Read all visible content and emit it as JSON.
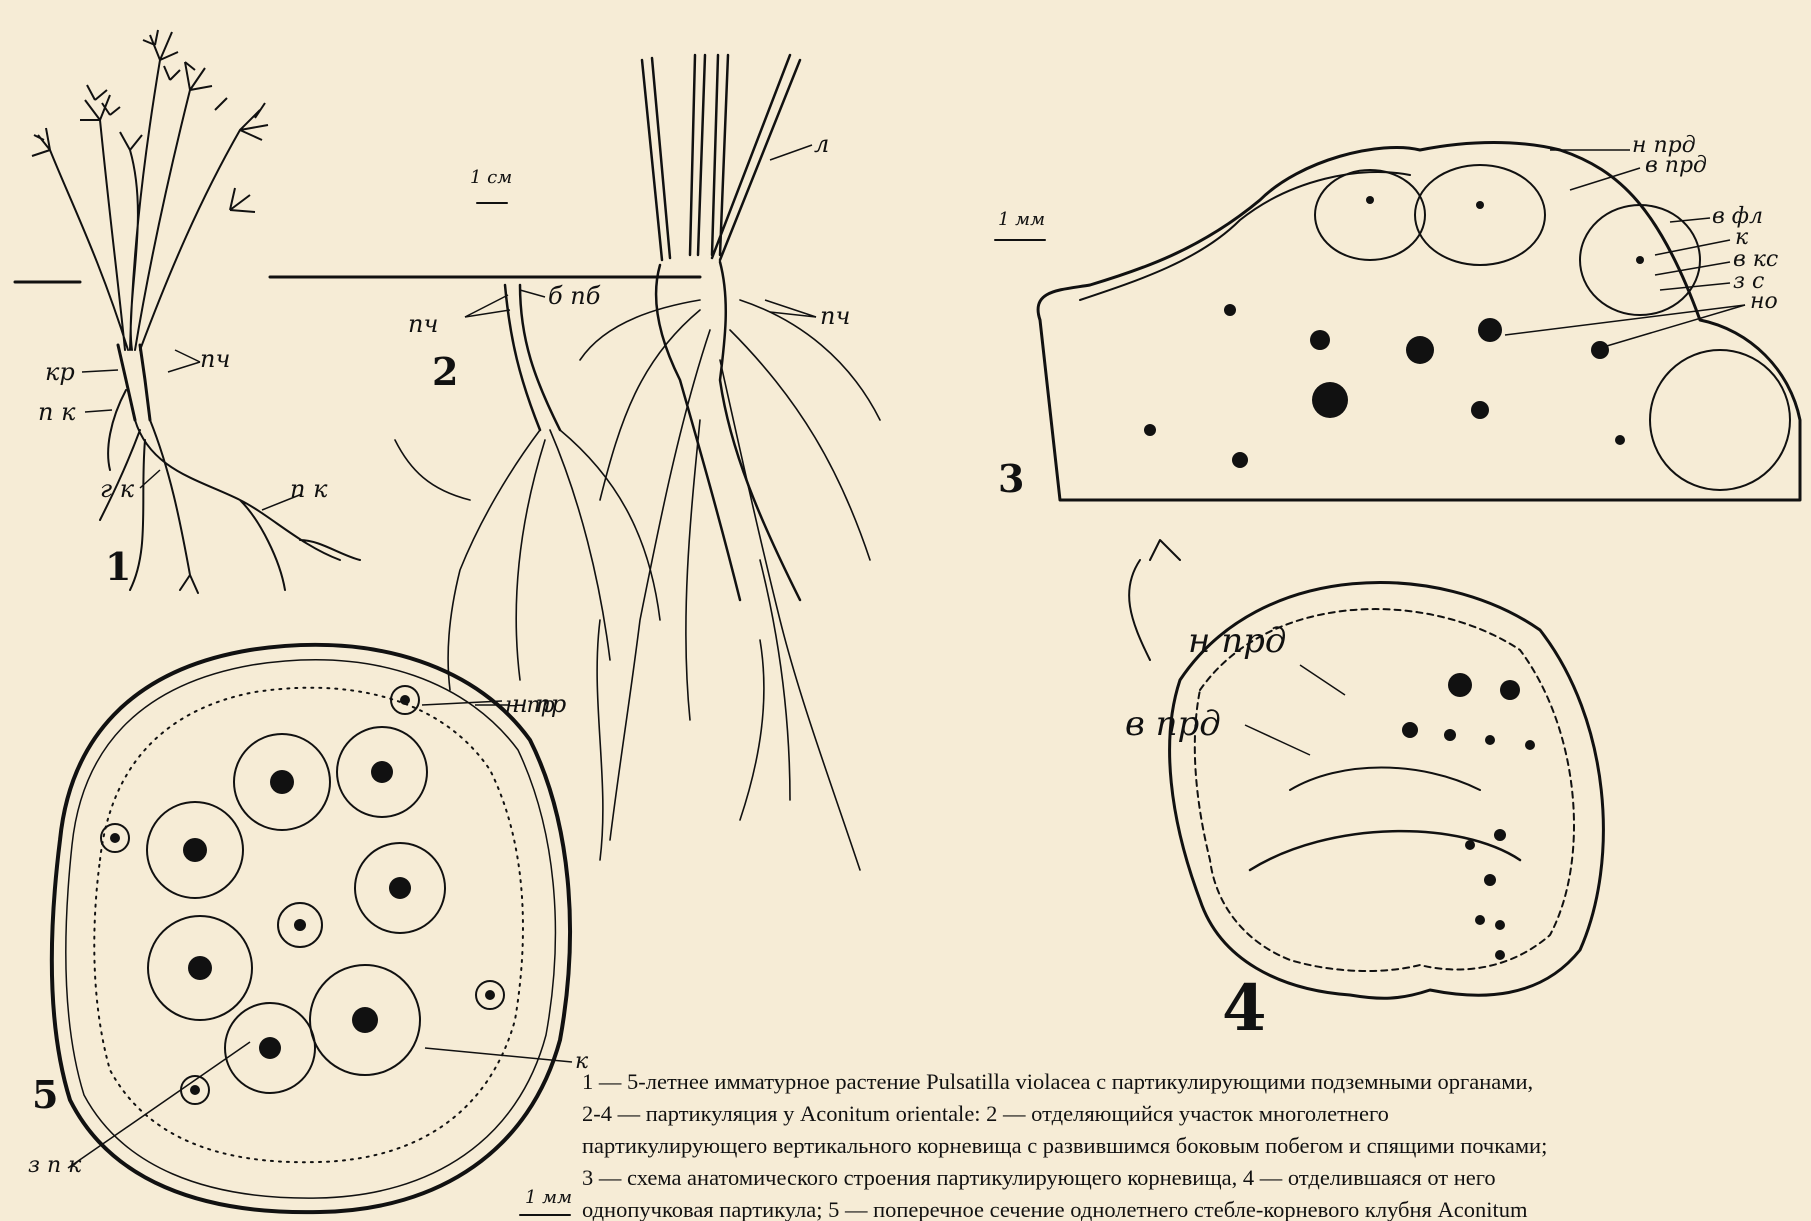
{
  "figure_numbers": [
    "1",
    "2",
    "3",
    "4",
    "5"
  ],
  "scale_bars": {
    "fig2": "1 см",
    "fig3": "1 мм",
    "fig5": "1 мм"
  },
  "labels": {
    "fig1": [
      "кр",
      "пч",
      "п к",
      "г к",
      "п к"
    ],
    "fig2": [
      "пч",
      "б пб",
      "л",
      "пч",
      "н пр"
    ],
    "fig3": [
      "н прд",
      "в прд",
      "в фл",
      "к",
      "в кс",
      "з с",
      "но"
    ],
    "fig4": [
      "н прд",
      "в прд"
    ],
    "fig5": [
      "н пр",
      "к",
      "з п к"
    ]
  },
  "caption": [
    "1 — 5-летнее имматурное растение Pulsatilla violacea с партикулирующими подземными органами,",
    "2-4 — партикуляция у Aconitum orientale: 2 — отделяющийся участок многолетнего",
    "партикулирующего вертикального корневища с развившимся боковым побегом и спящими почками;",
    "3 — схема анатомического строения партикулирующего корневища, 4 — отделившаяся от него",
    "однопучковая партикула; 5 — поперечное сечение однолетнего стебле-корневого клубня Aconitum"
  ]
}
